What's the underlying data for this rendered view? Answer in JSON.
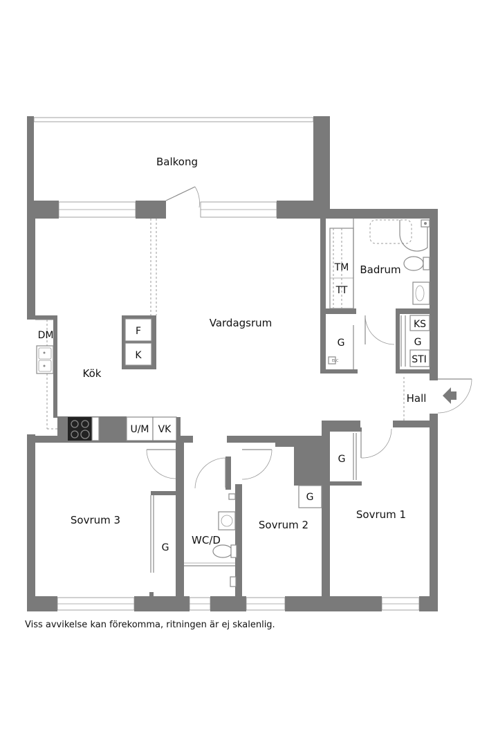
{
  "rooms": {
    "balkong": "Balkong",
    "vardagsrum": "Vardagsrum",
    "kok": "Kök",
    "badrum": "Badrum",
    "hall": "Hall",
    "sovrum3": "Sovrum 3",
    "sovrum2": "Sovrum 2",
    "sovrum1": "Sovrum 1",
    "wcd": "WC/D"
  },
  "fixtures": {
    "dm": "DM",
    "f": "F",
    "k": "K",
    "um": "U/M",
    "vk": "VK",
    "tm": "TM",
    "tt": "TT",
    "ks": "KS",
    "g": "G",
    "sti": "STI",
    "elc": "ELC"
  },
  "disclaimer": "Viss avvikelse kan förekomma, ritningen är ej skalenlig."
}
